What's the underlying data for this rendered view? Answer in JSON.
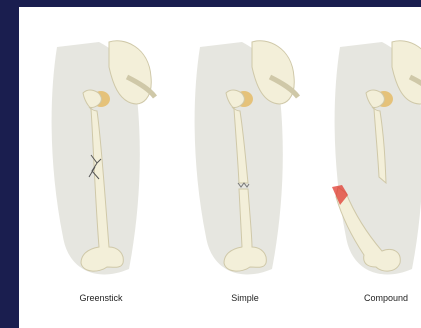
{
  "figures": [
    {
      "label": "Greenstick",
      "fracture": "greenstick"
    },
    {
      "label": "Simple",
      "fracture": "simple"
    },
    {
      "label": "Compound",
      "fracture": "compound"
    }
  ],
  "colors": {
    "background": "#1a1e4f",
    "panel": "#ffffff",
    "leg_shadow": "#e6e6e0",
    "bone": "#f3efd9",
    "bone_outline": "#cfc8a8",
    "hip_joint": "#e5c27a",
    "wound": "#e03a2f"
  }
}
